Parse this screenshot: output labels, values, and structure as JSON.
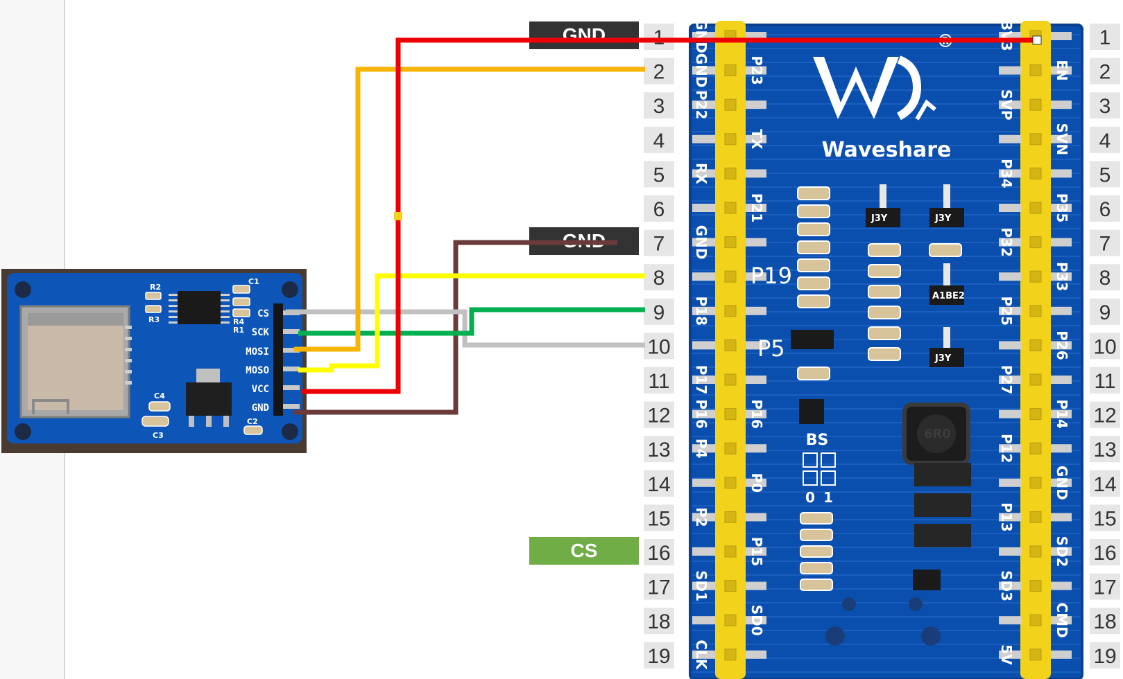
{
  "colors": {
    "board_blue": "#0a4aa6",
    "header_yellow": "#f2d21b",
    "wire_red": "#ee0000",
    "wire_orange": "#f7b500",
    "wire_yellow": "#ffff00",
    "wire_green": "#00b050",
    "wire_gray": "#c0c0c0",
    "wire_brown": "#6b3a3a",
    "cs_tag": "#70ad47",
    "gnd_tag": "#333333"
  },
  "sd_module": {
    "pin_labels": [
      "CS",
      "SCK",
      "MOSI",
      "MOSO",
      "VCC",
      "GND"
    ],
    "component_labels": [
      "R2",
      "C1",
      "R3",
      "R4",
      "R1",
      "C4",
      "C3",
      "C2"
    ]
  },
  "board": {
    "brand": "Waveshare",
    "registered": "®",
    "left_pins": [
      "GND",
      "GND",
      "P22",
      "RX",
      "GND",
      "P18",
      "P17",
      "P16",
      "P4",
      "P2",
      "SD1",
      "CLK"
    ],
    "inner_left_pins": [
      "P23",
      "TX",
      "P21",
      "P16",
      "P0",
      "P15",
      "SD0"
    ],
    "right_pins": [
      "3V3",
      "SVP",
      "P34",
      "P32",
      "P25",
      "P27",
      "P12",
      "P13",
      "SD3",
      "5V"
    ],
    "outer_right_pins": [
      "EN",
      "SVN",
      "P35",
      "P33",
      "P26",
      "P14",
      "GND",
      "SD2",
      "CMD"
    ],
    "chip_labels": [
      "J3Y",
      "J3Y",
      "J3Y",
      "A1BE2",
      "6R0"
    ],
    "bs_label": "BS",
    "bs_values": [
      "0",
      "1"
    ]
  },
  "annotations": {
    "p19": "P19",
    "p5": "P5",
    "gnd_tags": [
      "GND",
      "GND"
    ],
    "cs_tag": "CS"
  },
  "pin_numbers": [
    "1",
    "2",
    "3",
    "4",
    "5",
    "6",
    "7",
    "8",
    "9",
    "10",
    "11",
    "12",
    "13",
    "14",
    "15",
    "16",
    "17",
    "18",
    "19"
  ]
}
